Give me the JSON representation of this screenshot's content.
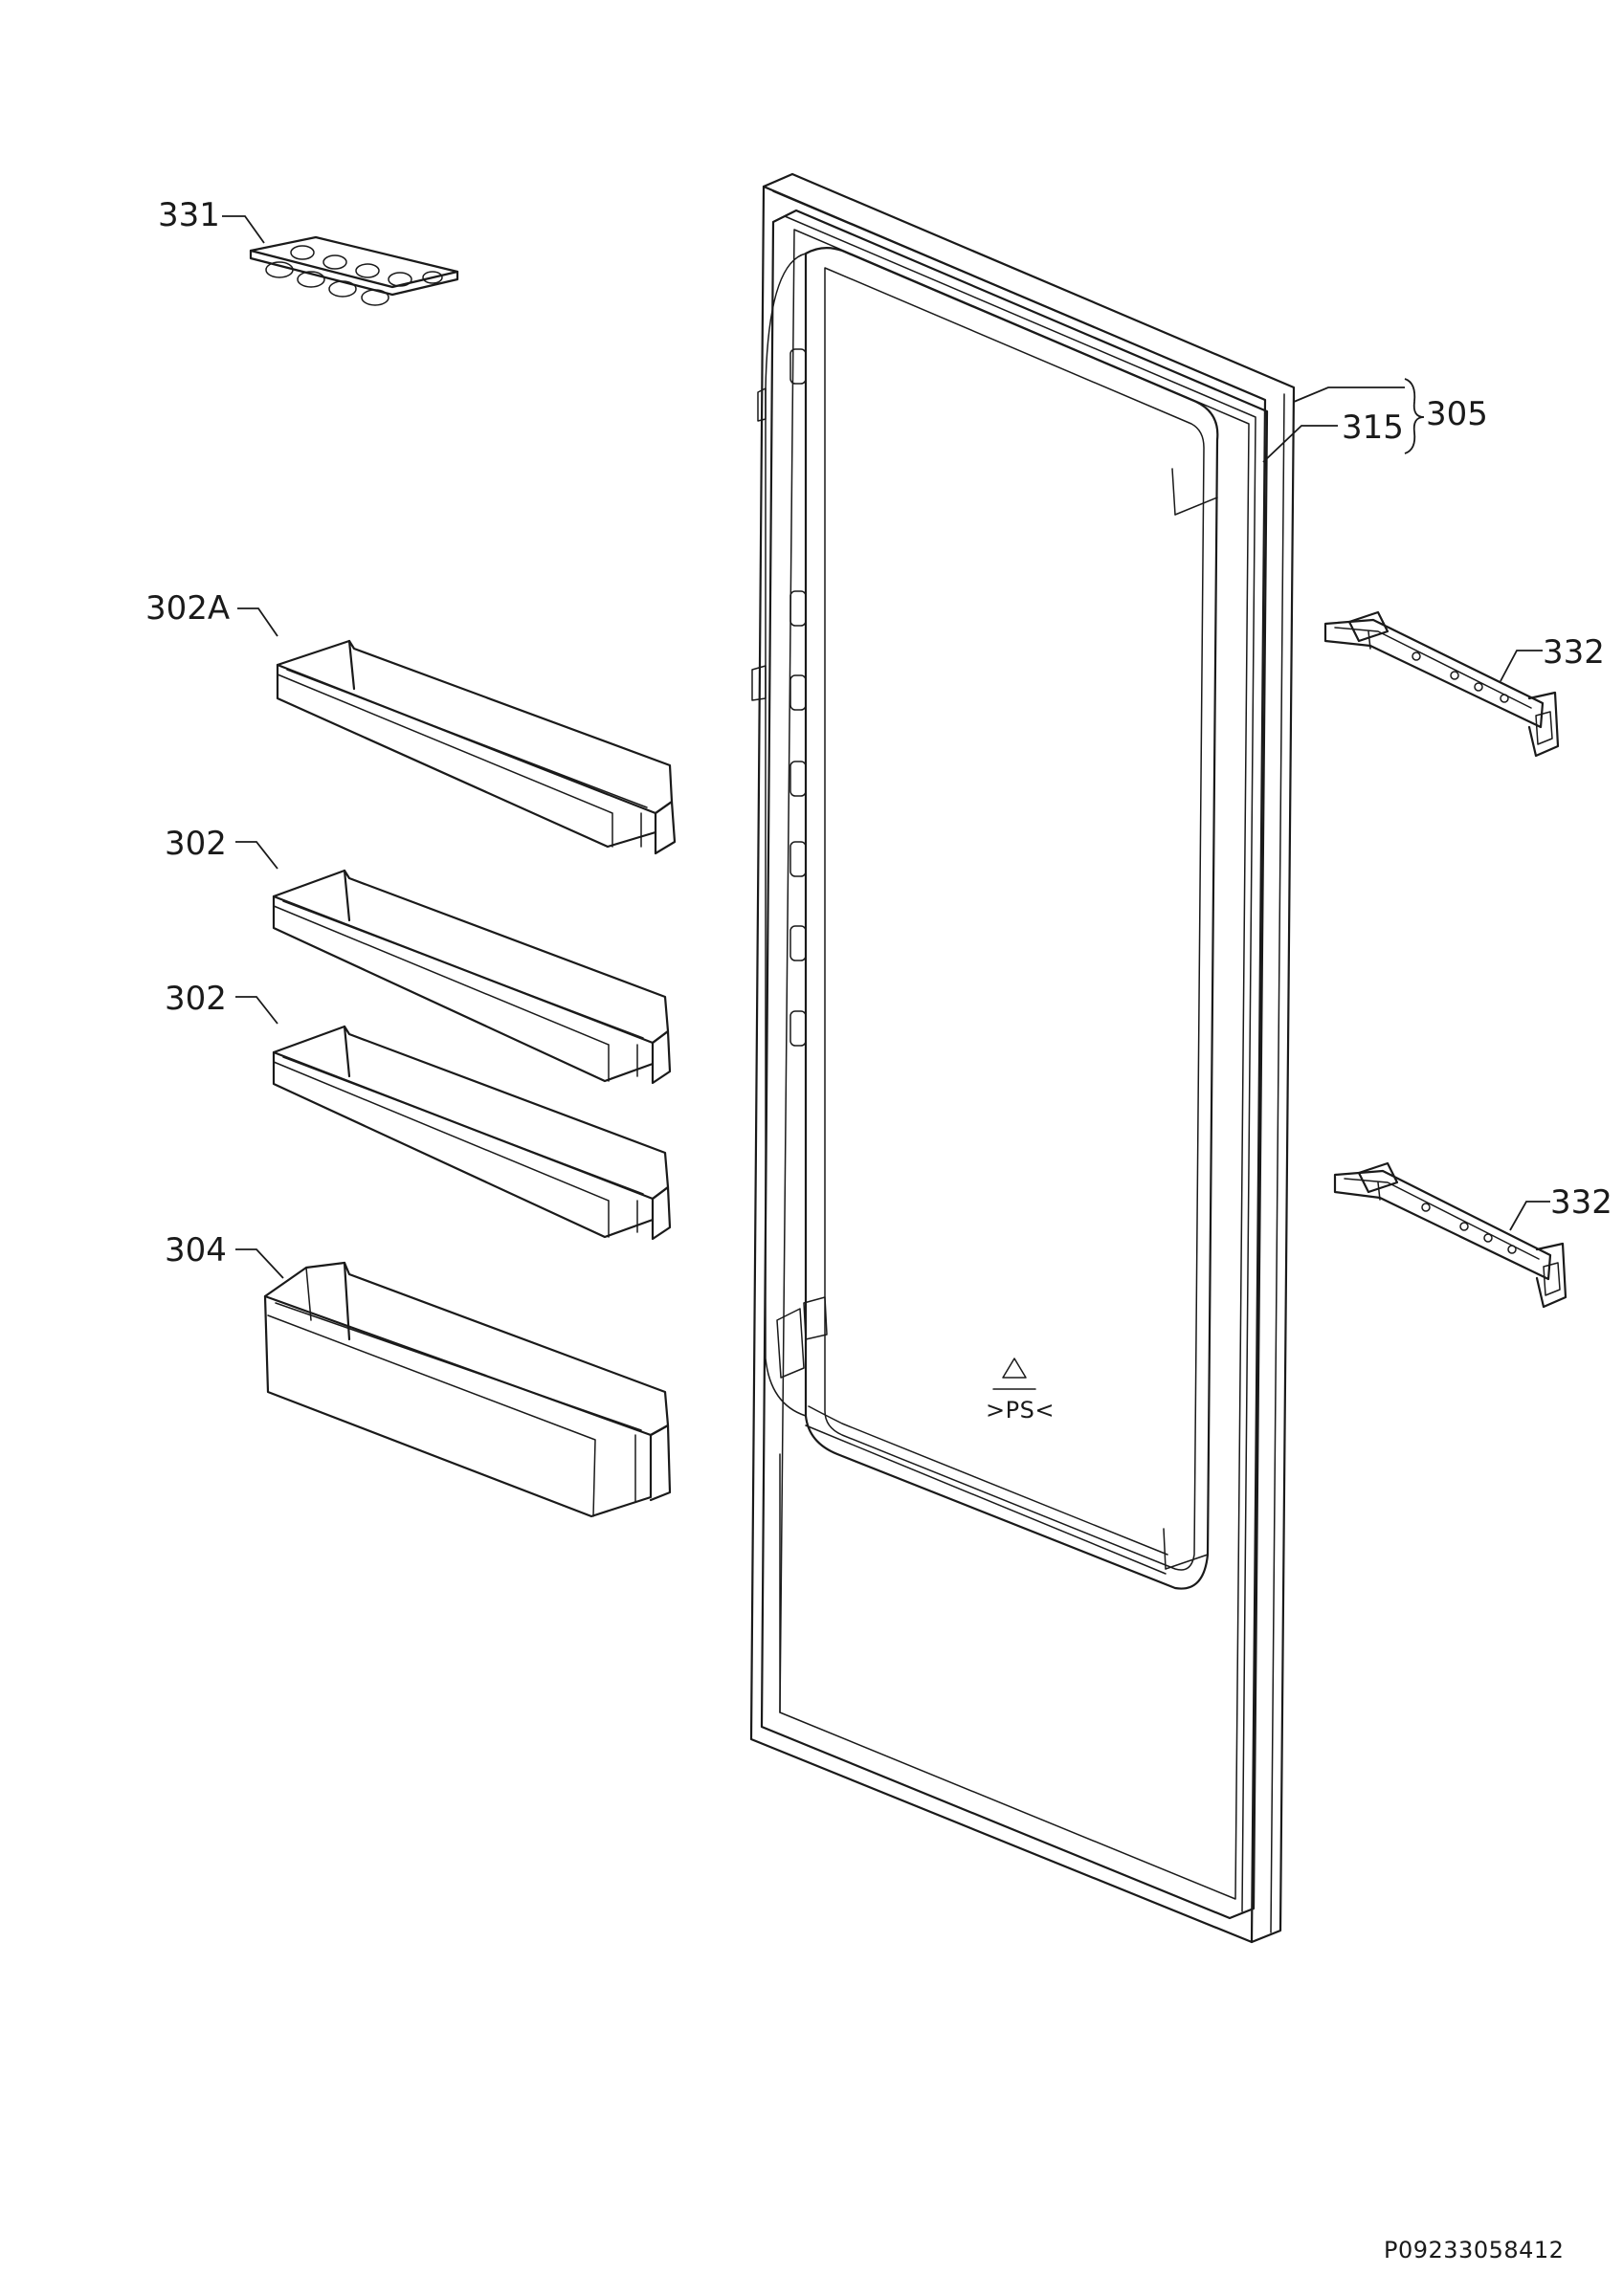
{
  "labels": {
    "egg_tray": "331",
    "door_seal_group": "305",
    "door_seal": "315",
    "shelf_top": "302A",
    "shelf_mid_1": "302",
    "shelf_mid_2": "302",
    "bottle_shelf": "304",
    "hinge_upper": "332",
    "hinge_lower": "332"
  },
  "drawing_code": "P09233058412"
}
